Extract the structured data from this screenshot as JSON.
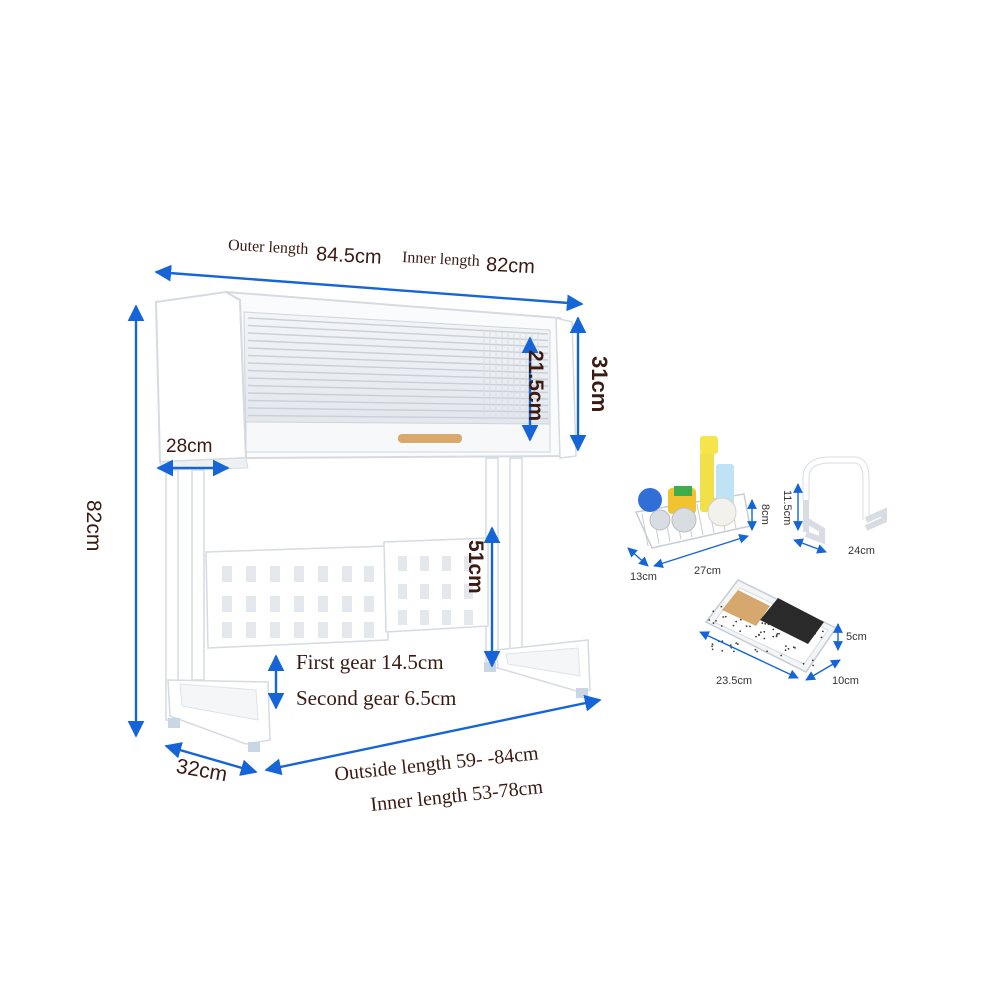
{
  "colors": {
    "arrow": "#1565d8",
    "text": "#3a1a12",
    "frame": "#ffffff",
    "frame_edge": "#d8dde3",
    "handle": "#d9a86c"
  },
  "rack": {
    "outer_length_label": "Outer length",
    "outer_length_value": "84.5cm",
    "inner_length_label": "Inner length",
    "inner_length_value": "82cm",
    "height": "82cm",
    "cabinet_height": "31cm",
    "inner_height": "21.5cm",
    "cabinet_depth": "28cm",
    "middle_height": "51cm",
    "gear_first": "First gear 14.5cm",
    "gear_second": "Second gear 6.5cm",
    "base_depth": "32cm",
    "outside_length": "Outside length 59- -84cm",
    "inner_length_base": "Inner length 53-78cm"
  },
  "accessories": {
    "caddy": {
      "depth": "13cm",
      "length": "27cm",
      "height": "8cm"
    },
    "hook": {
      "height": "11.5cm",
      "length": "24cm"
    },
    "tray": {
      "length": "23.5cm",
      "width": "10cm",
      "height": "5cm"
    }
  }
}
